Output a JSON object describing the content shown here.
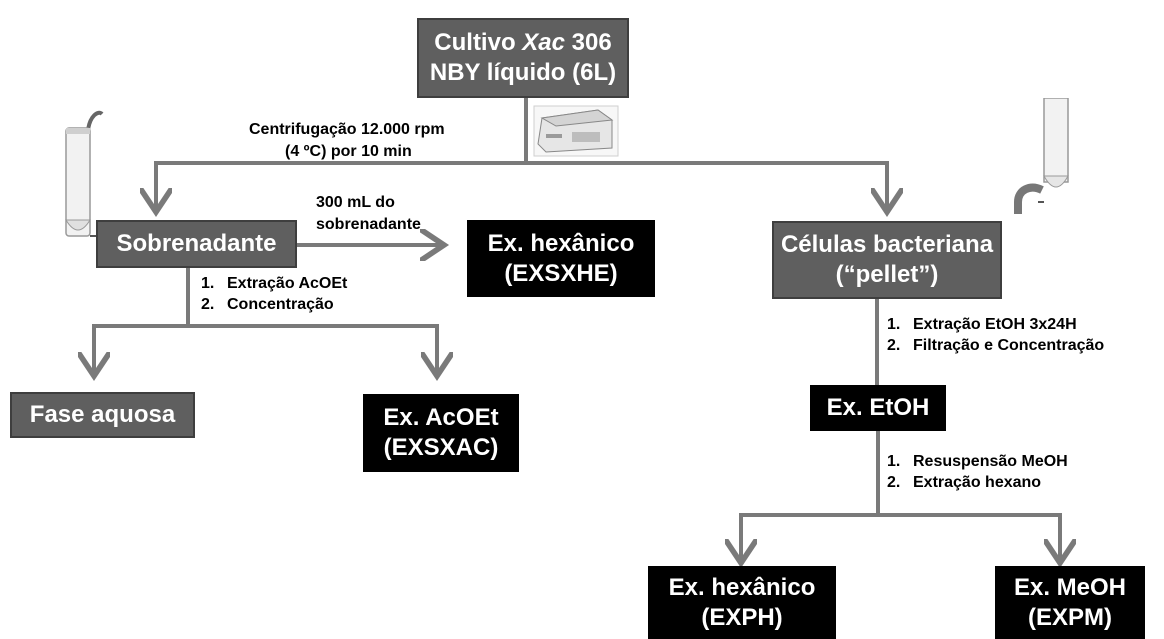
{
  "colors": {
    "connector": "#7a7a7a",
    "gray_box": "#5f5f5f",
    "black_box": "#000000"
  },
  "nodes": {
    "culture": {
      "line1_pre": "Cultivo ",
      "line1_italic": "Xac",
      "line1_post": " 306",
      "line2": "NBY líquido (6L)"
    },
    "supernatant": "Sobrenadante",
    "cells": {
      "line1": "Células bacteriana",
      "line2": "(“pellet”)"
    },
    "hex_super": {
      "line1": "Ex. hexânico",
      "line2": "(EXSXHE)"
    },
    "aqueous": "Fase aquosa",
    "acoet": {
      "line1": "Ex. AcOEt",
      "line2": "(EXSXAC)"
    },
    "etoh": "Ex. EtOH",
    "hex_pellet": {
      "line1": "Ex. hexânico",
      "line2": "(EXPH)"
    },
    "meoh": {
      "line1": "Ex. MeOH",
      "line2": "(EXPM)"
    }
  },
  "labels": {
    "centrifugation": {
      "line1": "Centrifugação 12.000   rpm",
      "line2": "(4 ºC) por 10 min"
    },
    "aliquot": {
      "line1": "300 mL do",
      "line2": "sobrenadante"
    }
  },
  "steps": {
    "supernatant": [
      {
        "n": "1.",
        "text": "Extração AcOEt"
      },
      {
        "n": "2.",
        "text": "Concentração"
      }
    ],
    "pellet": [
      {
        "n": "1.",
        "text": "Extração EtOH 3x24H"
      },
      {
        "n": "2.",
        "text": "Filtração e Concentração"
      }
    ],
    "etoh": [
      {
        "n": "1.",
        "text": "Resuspensão MeOH"
      },
      {
        "n": "2.",
        "text": "Extração hexano"
      }
    ]
  },
  "images": [
    "centrifuge-image",
    "tube-left-image",
    "tube-right-image"
  ]
}
